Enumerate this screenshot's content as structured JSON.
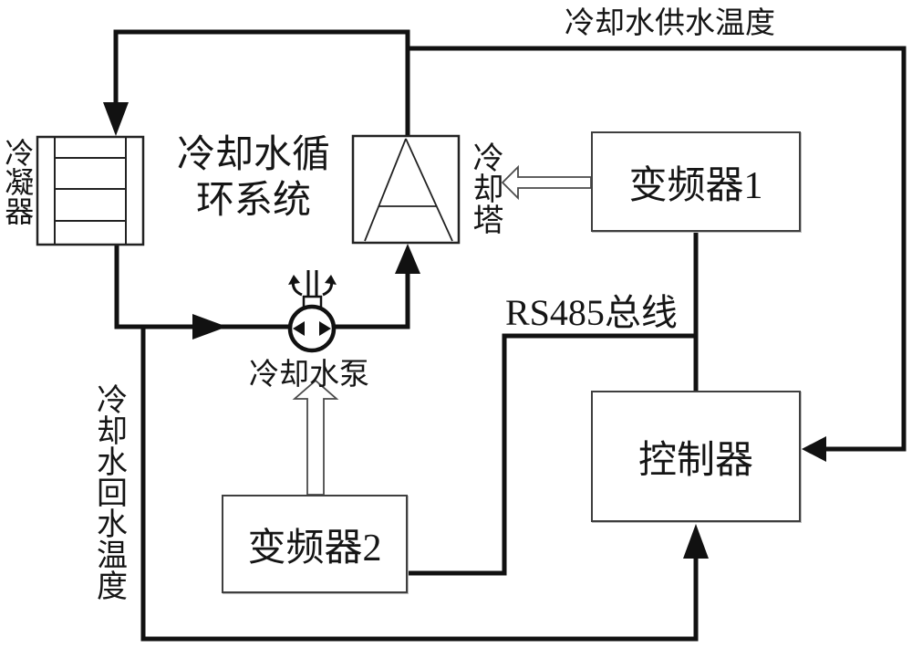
{
  "diagram": {
    "kind": "cooling-water-circulation-control-schematic",
    "labels": {
      "supply_temp": "冷却水供水温度",
      "condenser": "冷凝器",
      "circulation_line1": "冷却水循",
      "circulation_line2": "环系统",
      "cooling_tower": "冷却塔",
      "inverter1": "变频器1",
      "rs485_bus": "RS485总线",
      "pump": "冷却水泵",
      "inverter2": "变频器2",
      "controller": "控制器",
      "return_temp": "冷却水回水温度"
    },
    "colors": {
      "line": "#111111",
      "box_border": "#3f3f3f",
      "hollow_arrow_outline": "#4a4a4a",
      "background": "#ffffff"
    }
  }
}
